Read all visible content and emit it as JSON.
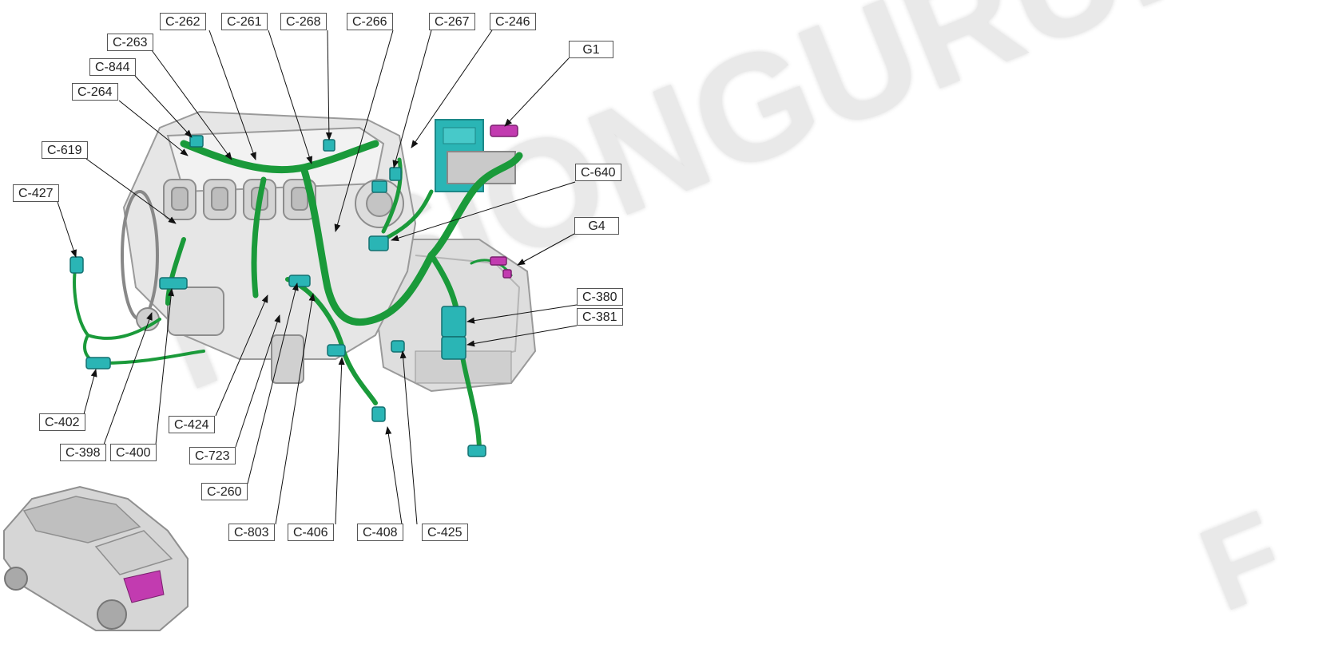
{
  "watermark": {
    "text": "FUSIONGURU.RU",
    "partial_text": "F"
  },
  "callouts": [
    {
      "id": "C-262",
      "label": "C-262"
    },
    {
      "id": "C-261",
      "label": "C-261"
    },
    {
      "id": "C-268",
      "label": "C-268"
    },
    {
      "id": "C-266",
      "label": "C-266"
    },
    {
      "id": "C-267",
      "label": "C-267"
    },
    {
      "id": "C-246",
      "label": "C-246"
    },
    {
      "id": "C-263",
      "label": "C-263"
    },
    {
      "id": "C-844",
      "label": "C-844"
    },
    {
      "id": "C-264",
      "label": "C-264"
    },
    {
      "id": "G1",
      "label": "G1"
    },
    {
      "id": "C-619",
      "label": "C-619"
    },
    {
      "id": "C-427",
      "label": "C-427"
    },
    {
      "id": "C-640",
      "label": "C-640"
    },
    {
      "id": "G4",
      "label": "G4"
    },
    {
      "id": "C-380",
      "label": "C-380"
    },
    {
      "id": "C-381",
      "label": "C-381"
    },
    {
      "id": "C-402",
      "label": "C-402"
    },
    {
      "id": "C-424",
      "label": "C-424"
    },
    {
      "id": "C-398",
      "label": "C-398"
    },
    {
      "id": "C-400",
      "label": "C-400"
    },
    {
      "id": "C-723",
      "label": "C-723"
    },
    {
      "id": "C-260",
      "label": "C-260"
    },
    {
      "id": "C-803",
      "label": "C-803"
    },
    {
      "id": "C-406",
      "label": "C-406"
    },
    {
      "id": "C-408",
      "label": "C-408"
    },
    {
      "id": "C-425",
      "label": "C-425"
    }
  ],
  "colors": {
    "harness": "#1a9a3a",
    "connector": "#2ab5b5",
    "ground": "#c23bb0",
    "engine_fill": "#e4e4e4",
    "engine_stroke": "#9a9a9a",
    "callout_border": "#555555"
  }
}
